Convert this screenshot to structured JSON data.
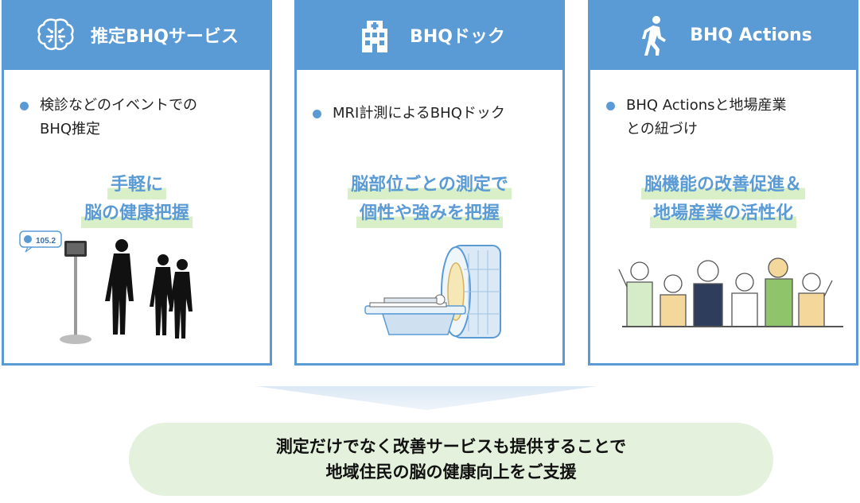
{
  "cards": [
    {
      "title": "推定BHQサービス",
      "icon": "brain-icon",
      "bullet_lines": [
        "検診などのイベントでの",
        "BHQ推定"
      ],
      "highlight_lines": [
        "手軽に",
        "脳の健康把握"
      ],
      "kiosk_badge": "105.2"
    },
    {
      "title": "BHQドック",
      "icon": "hospital-icon",
      "bullet_lines": [
        "MRI計測によるBHQドック"
      ],
      "highlight_lines": [
        "脳部位ごとの測定で",
        "個性や強みを把握"
      ]
    },
    {
      "title": "BHQ Actions",
      "icon": "walking-person-icon",
      "bullet_lines": [
        "BHQ Actionsと地場産業",
        "との紐づけ"
      ],
      "highlight_lines": [
        "脳機能の改善促進＆",
        "地場産業の活性化"
      ]
    }
  ],
  "summary": {
    "line1": "測定だけでなく改善サービスも提供することで",
    "line2": "地域住民の脳の健康向上をご支援"
  },
  "colors": {
    "accent": "#5b9bd5",
    "highlight_bg": "#d8efc8",
    "summary_bg": "#e4f1dc"
  }
}
